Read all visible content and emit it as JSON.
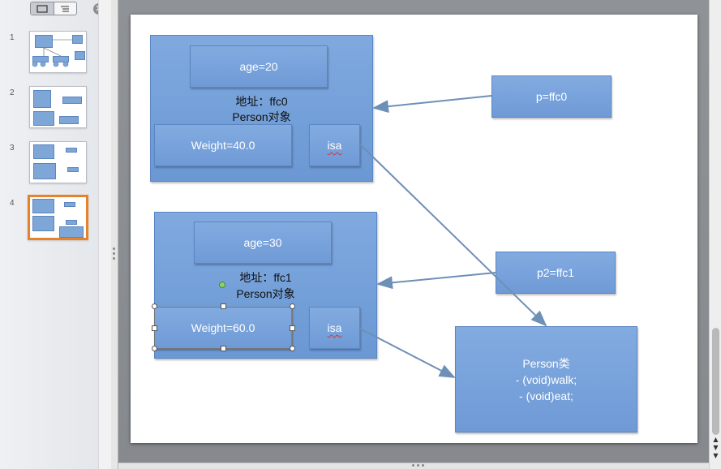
{
  "panel": {
    "thumbnails": [
      {
        "num": "1"
      },
      {
        "num": "2"
      },
      {
        "num": "3"
      },
      {
        "num": "4",
        "selected": true
      }
    ]
  },
  "slide": {
    "object1": {
      "age": "age=20",
      "address": "地址：ffc0",
      "type": "Person对象",
      "weight": "Weight=40.0",
      "isa": "isa"
    },
    "object2": {
      "age": "age=30",
      "address": "地址：ffc1",
      "type": "Person对象",
      "weight": "Weight=60.0",
      "isa": "isa"
    },
    "pointer1": "p=ffc0",
    "pointer2": "p2=ffc1",
    "person_class": {
      "title": "Person类",
      "method1": "- (void)walk;",
      "method2": "- (void)eat;"
    }
  },
  "colors": {
    "shape_fill": "#7aa3dc",
    "shape_border": "#5a86c2",
    "arrow": "#6e8fb6",
    "selected_thumb": "#e8822a"
  },
  "icons": {
    "close": "close-icon",
    "slide_view": "slide-view-icon",
    "outline_view": "outline-view-icon"
  }
}
